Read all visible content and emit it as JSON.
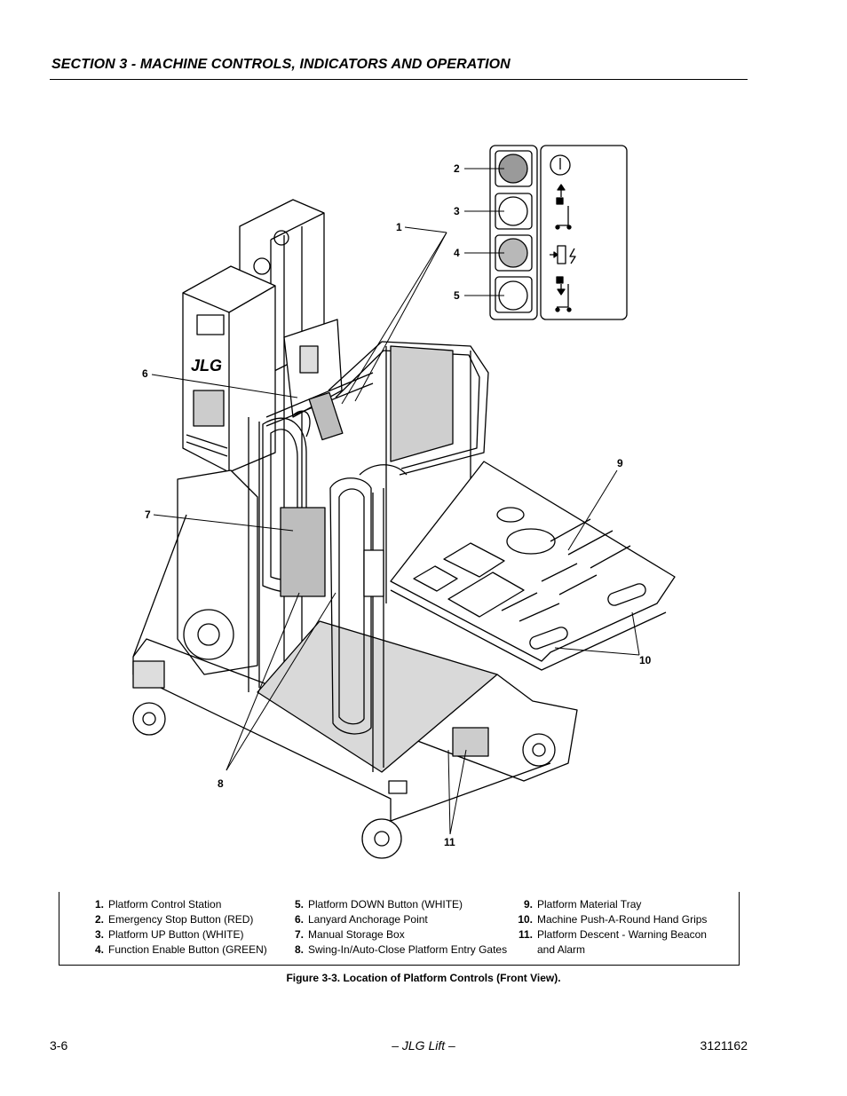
{
  "header": {
    "section_title": "SECTION 3 - MACHINE CONTROLS, INDICATORS AND OPERATION"
  },
  "figure": {
    "callouts": [
      "1",
      "2",
      "3",
      "4",
      "5",
      "6",
      "7",
      "8",
      "9",
      "10",
      "11"
    ],
    "brand_mark": "JLG"
  },
  "legend": {
    "col1": [
      {
        "num": "1.",
        "text": "Platform Control Station"
      },
      {
        "num": "2.",
        "text": "Emergency Stop Button (RED)"
      },
      {
        "num": "3.",
        "text": "Platform UP Button (WHITE)"
      },
      {
        "num": "4.",
        "text": "Function Enable Button (GREEN)"
      }
    ],
    "col2": [
      {
        "num": "5.",
        "text": "Platform DOWN Button (WHITE)"
      },
      {
        "num": "6.",
        "text": "Lanyard Anchorage Point"
      },
      {
        "num": "7.",
        "text": "Manual Storage Box"
      },
      {
        "num": "8.",
        "text": "Swing-In/Auto-Close Platform Entry Gates"
      }
    ],
    "col3": [
      {
        "num": "9.",
        "text": "Platform Material Tray"
      },
      {
        "num": "10.",
        "text": "Machine Push-A-Round Hand Grips"
      },
      {
        "num": "11.",
        "text": "Platform Descent - Warning Beacon"
      }
    ],
    "col3_continuation": "and Alarm"
  },
  "caption": "Figure 3-3.  Location of Platform Controls (Front View).",
  "footer": {
    "page": "3-6",
    "center": "– JLG Lift –",
    "doc_number": "3121162"
  },
  "colors": {
    "ink": "#000000",
    "button_gray": "#b8b8b8",
    "panel_gray": "#9a9a9a"
  }
}
